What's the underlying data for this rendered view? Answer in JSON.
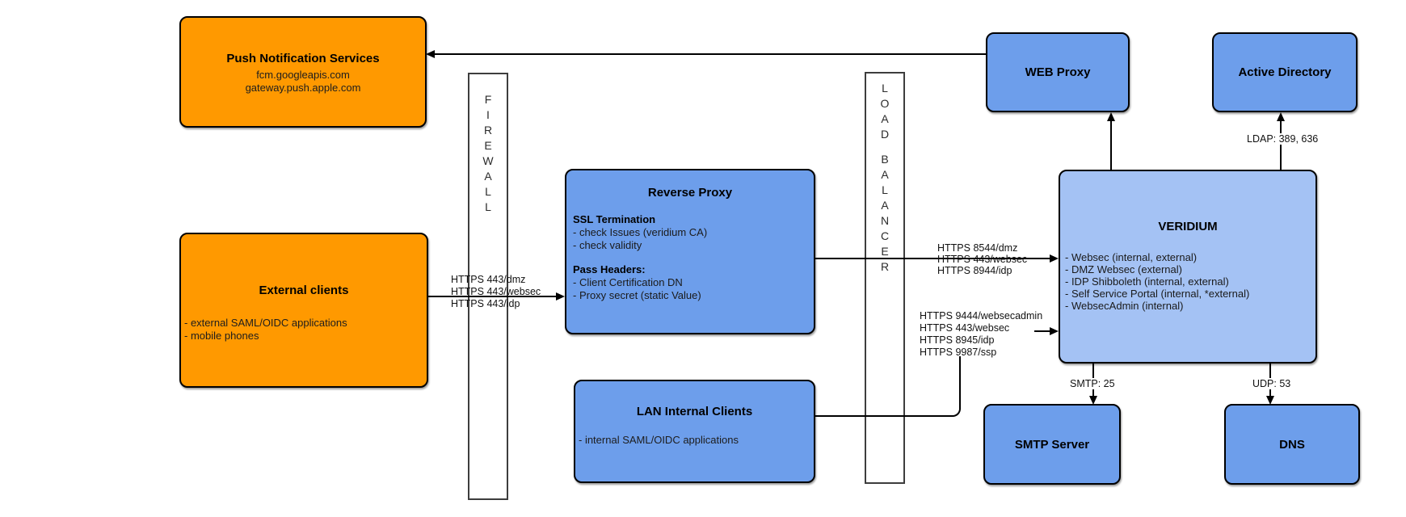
{
  "colors": {
    "orange": "#ff9900",
    "blue": "#6d9eeb",
    "light_blue": "#a4c2f4",
    "line": "#000000"
  },
  "nodes": {
    "push": {
      "title": "Push Notification Services",
      "line1": "fcm.googleapis.com",
      "line2": "gateway.push.apple.com"
    },
    "external": {
      "title": "External clients",
      "line1": "- external SAML/OIDC applications",
      "line2": "- mobile phones"
    },
    "firewall": {
      "label": "FIREWALL"
    },
    "load_balancer": {
      "label": "LOAD BALANCER"
    },
    "reverse_proxy": {
      "title": "Reverse Proxy",
      "sections": [
        {
          "heading": "SSL Termination",
          "items": [
            "- check Issues (veridium CA)",
            "- check validity"
          ]
        },
        {
          "heading": "Pass Headers:",
          "items": [
            "- Client Certification DN",
            "- Proxy secret (static Value)"
          ]
        }
      ]
    },
    "lan": {
      "title": "LAN Internal Clients",
      "line1": "- internal SAML/OIDC applications"
    },
    "web_proxy": {
      "title": "WEB Proxy"
    },
    "active_directory": {
      "title": "Active Directory"
    },
    "veridium": {
      "title": "VERIDIUM",
      "lines": [
        "- Websec (internal, external)",
        "- DMZ Websec (external)",
        "- IDP Shibboleth (internal, external)",
        "- Self Service Portal (internal, *external)",
        "- WebsecAdmin (internal)"
      ]
    },
    "smtp": {
      "title": "SMTP Server"
    },
    "dns": {
      "title": "DNS"
    }
  },
  "edges": {
    "external_to_reverse_proxy": {
      "labels": [
        "HTTPS 443/dmz",
        "HTTPS 443/websec",
        "HTTPS 443/idp"
      ]
    },
    "loadbalancer_to_veridium": {
      "labels": [
        "HTTPS 8544/dmz",
        "HTTPS 443/websec",
        "HTTPS 8944/idp"
      ]
    },
    "lan_to_veridium": {
      "labels": [
        "HTTPS 9444/websecadmin",
        "HTTPS 443/websec",
        "HTTPS 8945/idp",
        "HTTPS 9987/ssp"
      ]
    },
    "veridium_to_active_directory": {
      "label": "LDAP: 389, 636"
    },
    "veridium_to_smtp": {
      "label": "SMTP: 25"
    },
    "veridium_to_dns": {
      "label": "UDP: 53"
    }
  }
}
